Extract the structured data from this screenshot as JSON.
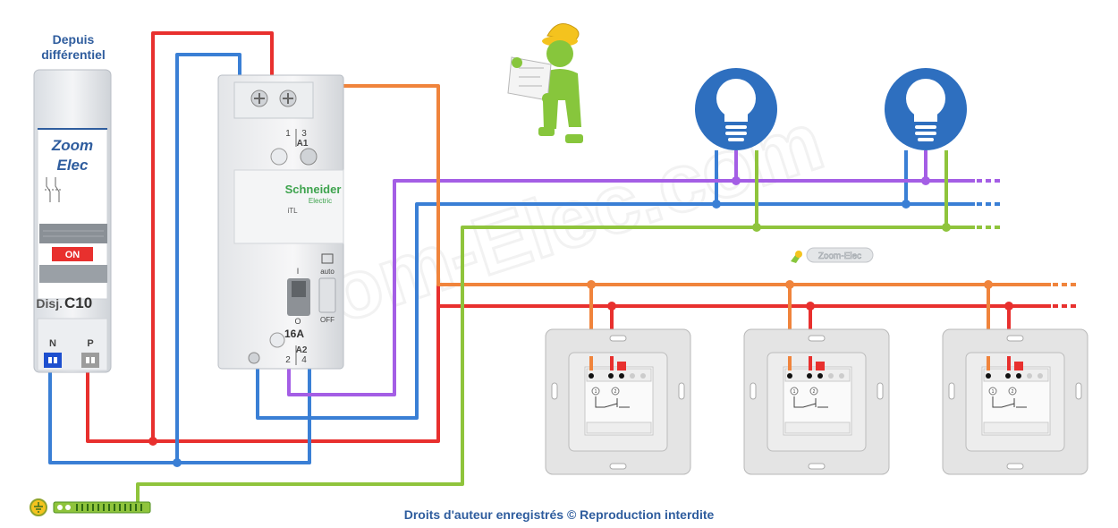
{
  "header": {
    "source_line1": "Depuis",
    "source_line2": "différentiel"
  },
  "breaker": {
    "brand_line1": "Zoom",
    "brand_line2": "Elec",
    "on_label": "ON",
    "rating_prefix": "Disj.",
    "rating": "C10",
    "terminal_n": "N",
    "terminal_p": "P"
  },
  "relay": {
    "brand": "Schneider",
    "brand_sub": "Electric",
    "model": "iTL",
    "terminal_top_1": "1",
    "terminal_top_3": "3",
    "terminal_a1": "A1",
    "terminal_a2": "A2",
    "terminal_bot_2": "2",
    "terminal_bot_4": "4",
    "rating": "16A",
    "switch_on": "I",
    "switch_off": "O",
    "mode_auto": "auto",
    "mode_off": "OFF"
  },
  "watermark": {
    "big": "Zoom-Elec.com",
    "small_logo": "Zoom-Elec"
  },
  "pushbuttons": [
    {
      "t1": "1",
      "t2": "2"
    },
    {
      "t1": "1",
      "t2": "2"
    },
    {
      "t1": "1",
      "t2": "2"
    }
  ],
  "footer": {
    "copyright": "Droits d'auteur enregistrés © Reproduction interdite"
  },
  "colors": {
    "phase": "#e8302e",
    "neutral": "#3a7fd5",
    "return": "#f0843c",
    "coil": "#a45ee5",
    "earth": "#8fc43c",
    "lamp": "#2e6fbf",
    "text_blue": "#2f5d9e"
  }
}
